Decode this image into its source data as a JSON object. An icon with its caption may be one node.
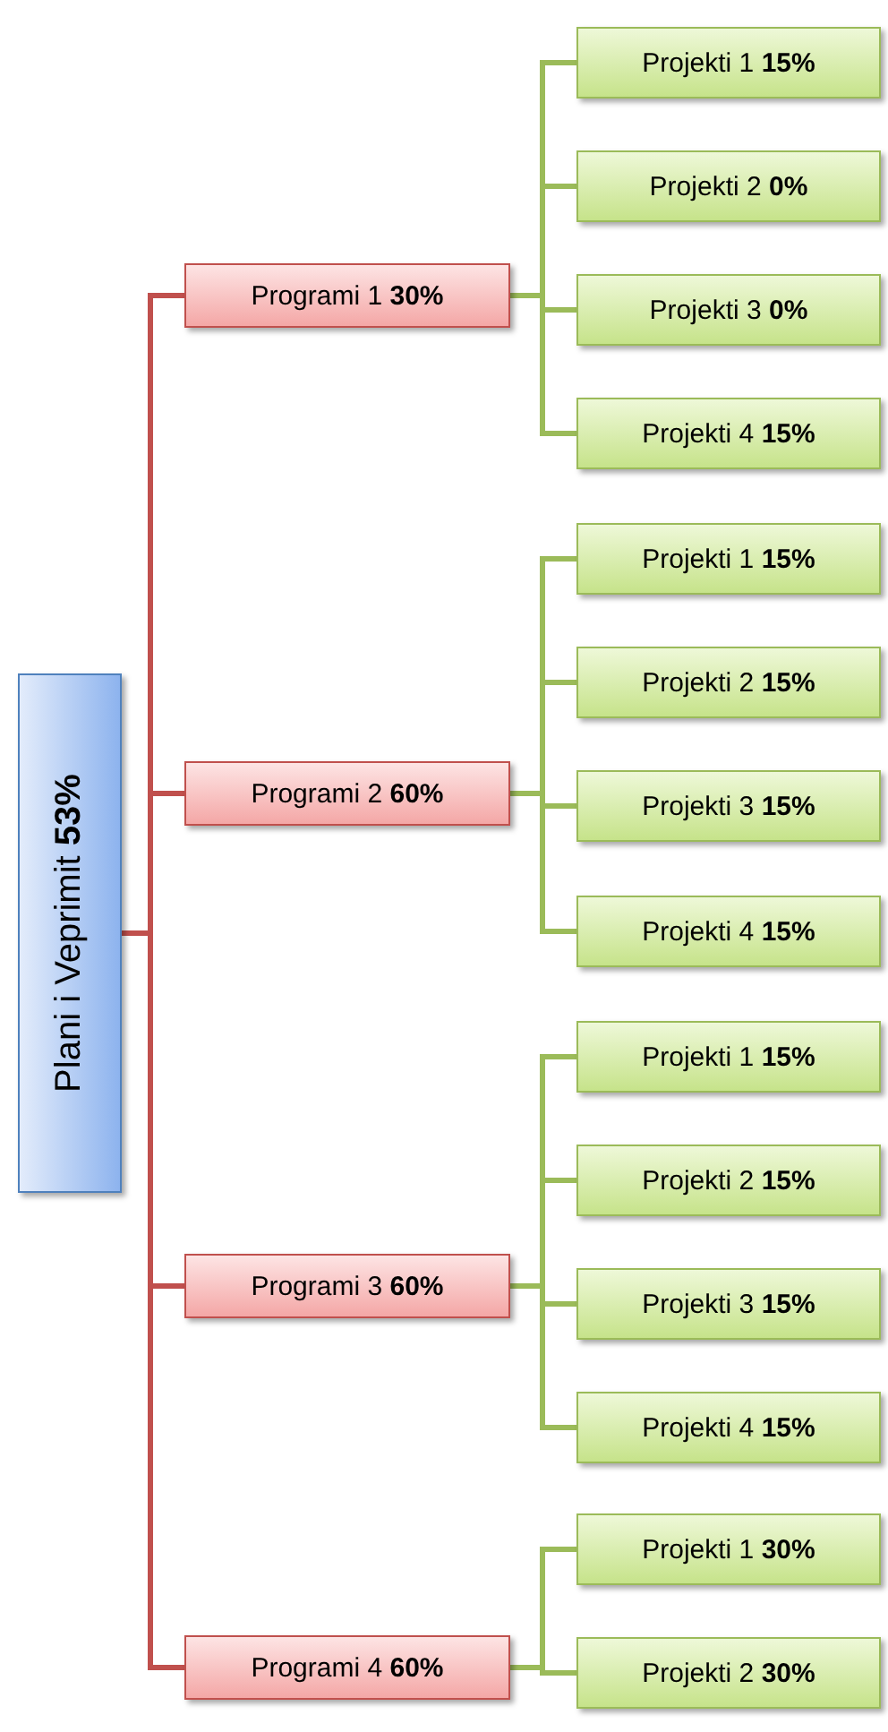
{
  "diagram": {
    "nodes": [
      {
        "text": [
          "Plani i Veprimit **53%**"
        ]
      },
      {
        "text": [
          "Programi 1 **30%**"
        ]
      },
      {
        "text": [
          "Projekti 1 **15%**"
        ]
      },
      {
        "text": [
          "Projekti 2 **0%**"
        ]
      },
      {
        "text": [
          "Projekti 3 **0%**"
        ]
      },
      {
        "text": [
          "Projekti 4 **15%**"
        ]
      },
      {
        "text": [
          "Programi 2 **60%**"
        ]
      },
      {
        "text": [
          "Projekti 1 **15%**"
        ]
      },
      {
        "text": [
          "Projekti 2 **15%**"
        ]
      },
      {
        "text": [
          "Projekti 3 **15%**"
        ]
      },
      {
        "text": [
          "Projekti 4 **15%**"
        ]
      },
      {
        "text": [
          "Programi 3 **60%**"
        ]
      },
      {
        "text": [
          "Projekti 1 **15%**"
        ]
      },
      {
        "text": [
          "Projekti 2 **15%**"
        ]
      },
      {
        "text": [
          "Projekti 3 **15%**"
        ]
      },
      {
        "text": [
          "Projekti 4 **15%**"
        ]
      },
      {
        "text": [
          "Programi 4 **60%**"
        ]
      },
      {
        "text": [
          "Projekti 1 **30%**"
        ]
      },
      {
        "text": [
          "Projekti 2 **30%**"
        ]
      }
    ],
    "edges": [
      {
        "from": 0,
        "to": 1,
        "arrow": "none",
        "color": "#c0504d"
      },
      {
        "from": 1,
        "to": 2,
        "arrow": "none"
      },
      {
        "from": 1,
        "to": 3,
        "arrow": "none"
      },
      {
        "from": 1,
        "to": 4,
        "arrow": "none"
      },
      {
        "from": 1,
        "to": 5,
        "arrow": "none"
      },
      {
        "from": 0,
        "to": 6,
        "arrow": "none",
        "color": "#c0504d"
      },
      {
        "from": 6,
        "to": 7,
        "arrow": "none"
      },
      {
        "from": 6,
        "to": 8,
        "arrow": "none"
      },
      {
        "from": 6,
        "to": 9,
        "arrow": "none"
      },
      {
        "from": 6,
        "to": 10,
        "arrow": "none"
      },
      {
        "from": 0,
        "to": 11,
        "arrow": "none",
        "color": "#c0504d"
      },
      {
        "from": 11,
        "to": 12,
        "arrow": "none"
      },
      {
        "from": 11,
        "to": 13,
        "arrow": "none"
      },
      {
        "from": 11,
        "to": 14,
        "arrow": "none"
      },
      {
        "from": 11,
        "to": 15,
        "arrow": "none"
      },
      {
        "from": 0,
        "to": 16,
        "arrow": "none",
        "color": "#c0504d"
      },
      {
        "from": 16,
        "to": 17,
        "arrow": "none"
      },
      {
        "from": 16,
        "to": 18,
        "arrow": "none"
      }
    ]
  }
}
